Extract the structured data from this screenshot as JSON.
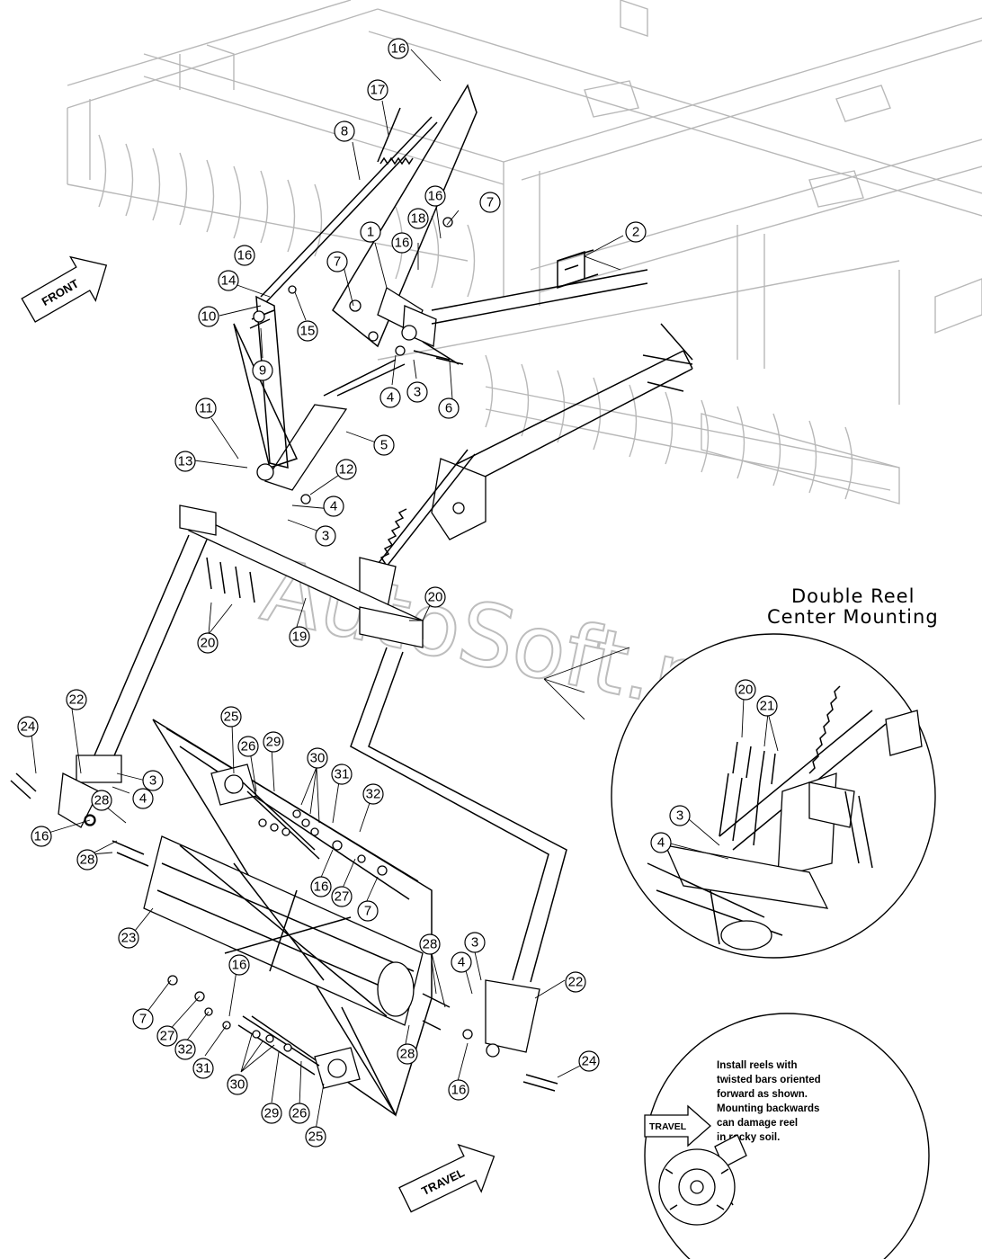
{
  "detail": {
    "title_line1": "Double Reel",
    "title_line2": "Center Mounting"
  },
  "note": {
    "lines": [
      "Install reels with",
      "twisted bars oriented",
      "forward as shown.",
      "Mounting backwards",
      "can damage reel",
      "in rocky soil."
    ]
  },
  "arrows": {
    "front": "FRONT",
    "travel_main": "TRAVEL",
    "travel_note": "TRAVEL"
  },
  "watermark": "AutoSoft.ru",
  "callouts": [
    {
      "label": "16"
    },
    {
      "label": "17"
    },
    {
      "label": "8"
    },
    {
      "label": "16"
    },
    {
      "label": "7"
    },
    {
      "label": "18"
    },
    {
      "label": "1"
    },
    {
      "label": "16"
    },
    {
      "label": "2"
    },
    {
      "label": "16"
    },
    {
      "label": "7"
    },
    {
      "label": "14"
    },
    {
      "label": "10"
    },
    {
      "label": "15"
    },
    {
      "label": "9"
    },
    {
      "label": "4"
    },
    {
      "label": "3"
    },
    {
      "label": "6"
    },
    {
      "label": "11"
    },
    {
      "label": "5"
    },
    {
      "label": "13"
    },
    {
      "label": "12"
    },
    {
      "label": "4"
    },
    {
      "label": "3"
    },
    {
      "label": "20"
    },
    {
      "label": "19"
    },
    {
      "label": "20"
    },
    {
      "label": "22"
    },
    {
      "label": "24"
    },
    {
      "label": "25"
    },
    {
      "label": "26"
    },
    {
      "label": "29"
    },
    {
      "label": "30"
    },
    {
      "label": "31"
    },
    {
      "label": "32"
    },
    {
      "label": "3"
    },
    {
      "label": "4"
    },
    {
      "label": "28"
    },
    {
      "label": "16"
    },
    {
      "label": "28"
    },
    {
      "label": "16"
    },
    {
      "label": "27"
    },
    {
      "label": "7"
    },
    {
      "label": "23"
    },
    {
      "label": "28"
    },
    {
      "label": "3"
    },
    {
      "label": "4"
    },
    {
      "label": "22"
    },
    {
      "label": "16"
    },
    {
      "label": "7"
    },
    {
      "label": "27"
    },
    {
      "label": "32"
    },
    {
      "label": "31"
    },
    {
      "label": "30"
    },
    {
      "label": "29"
    },
    {
      "label": "26"
    },
    {
      "label": "25"
    },
    {
      "label": "28"
    },
    {
      "label": "16"
    },
    {
      "label": "24"
    },
    {
      "label": "20"
    },
    {
      "label": "21"
    },
    {
      "label": "3"
    },
    {
      "label": "4"
    }
  ]
}
